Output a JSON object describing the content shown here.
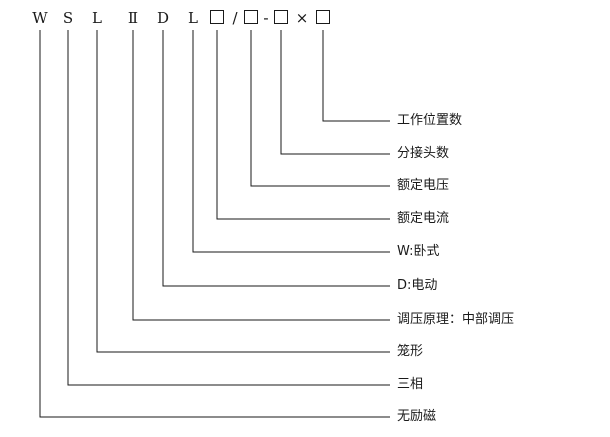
{
  "code": {
    "w": "W",
    "s": "S",
    "l1": "L",
    "roman": "Ⅱ",
    "d": "D",
    "l2": "L",
    "slash": "/",
    "dash": "-",
    "times": "×"
  },
  "labels": [
    "工作位置数",
    "分接头数",
    "额定电压",
    "额定电流",
    "W:卧式",
    "D:电动",
    "调压原理：中部调压",
    "笼形",
    "三相",
    "无励磁"
  ]
}
